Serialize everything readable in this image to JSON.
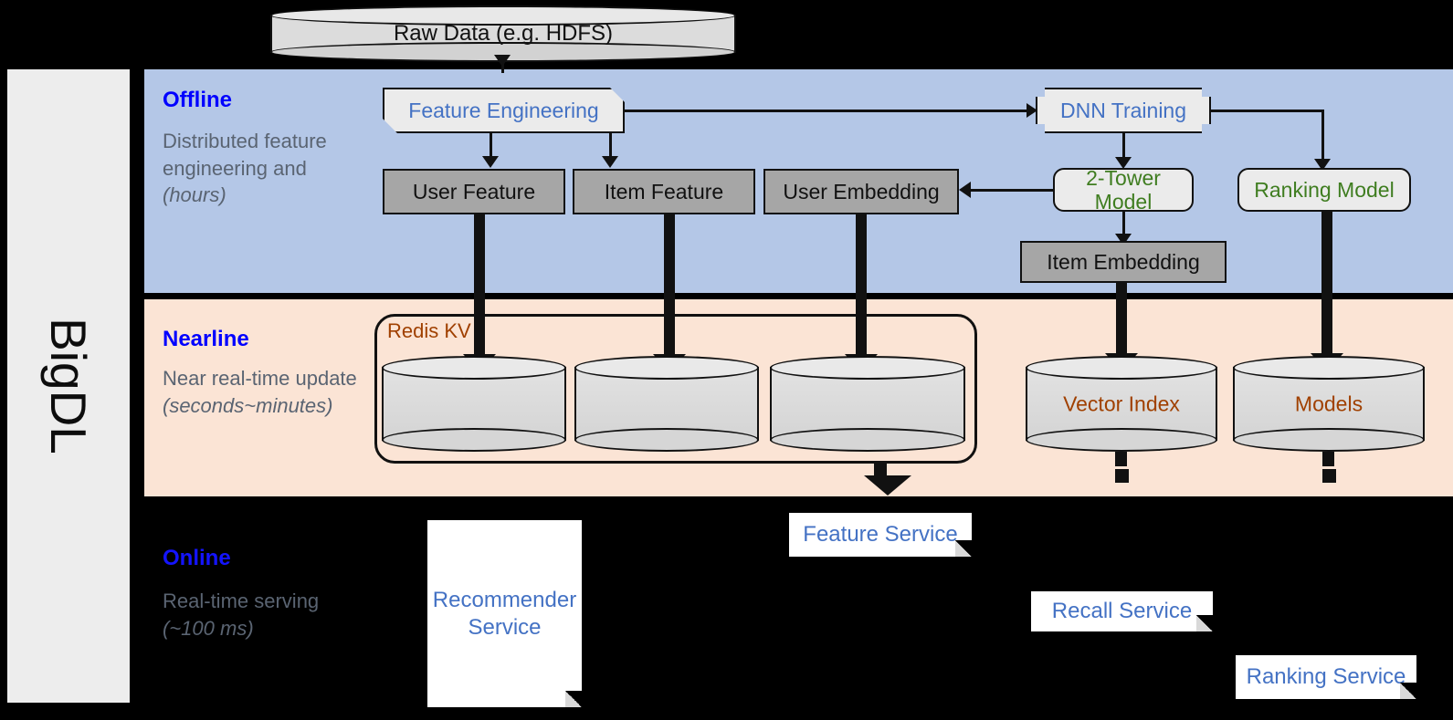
{
  "framework": {
    "name": "BigDL"
  },
  "bands": {
    "offline": {
      "title": "Offline",
      "description": "Distributed feature engineering and ",
      "description_em": "(hours)",
      "color": "#b4c7e7",
      "title_color": "#0000ff"
    },
    "nearline": {
      "title": "Nearline",
      "description": "Near real-time update ",
      "description_em": "(seconds~minutes)",
      "color": "#fbe4d5",
      "title_color": "#0000ff"
    },
    "online": {
      "title": "Online",
      "description": "Real-time serving ",
      "description_em": "(~100 ms)",
      "color": "#000000",
      "title_color": "#1414ff"
    }
  },
  "source": {
    "raw_data": "Raw Data (e.g. HDFS)"
  },
  "offline_nodes": {
    "feature_engineering": "Feature Engineering",
    "dnn_training": "DNN Training",
    "user_feature": "User Feature",
    "item_feature": "Item Feature",
    "user_embedding": "User Embedding",
    "two_tower_model": "2-Tower Model",
    "ranking_model": "Ranking Model",
    "item_embedding": "Item Embedding"
  },
  "nearline_nodes": {
    "redis_kv": "Redis KV",
    "store_1": "",
    "store_2": "",
    "store_3": "",
    "vector_index": "Vector Index",
    "models": "Models"
  },
  "online_nodes": {
    "recommender_service": "Recommender Service",
    "feature_service": "Feature Service",
    "recall_service": "Recall Service",
    "ranking_service": "Ranking Service"
  },
  "colors": {
    "blue_text": "#4472c4",
    "green_text": "#3f7d20",
    "brown_text": "#a04000",
    "gray_box": "#a6a6a6",
    "light_box": "#ebebeb",
    "band_blue": "#b4c7e7",
    "band_orange": "#fbe4d5",
    "rail_gray": "#ededed"
  }
}
